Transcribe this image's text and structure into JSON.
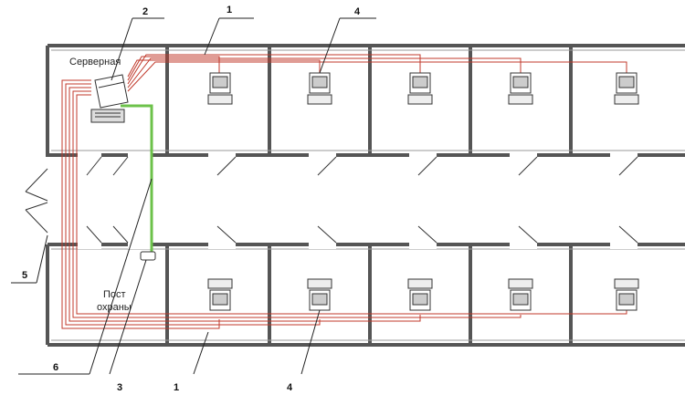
{
  "rooms": {
    "server_room": "Серверная",
    "guard_post_line1": "Пост",
    "guard_post_line2": "охраны"
  },
  "callouts": {
    "top_1": "1",
    "top_2": "2",
    "top_4": "4",
    "bottom_1": "1",
    "bottom_3": "3",
    "bottom_4": "4",
    "left_5": "5",
    "left_6": "6"
  },
  "colors": {
    "wall": "#555555",
    "cable_red": "#c0392b",
    "cable_green": "#6cc24a",
    "line": "#222222"
  }
}
